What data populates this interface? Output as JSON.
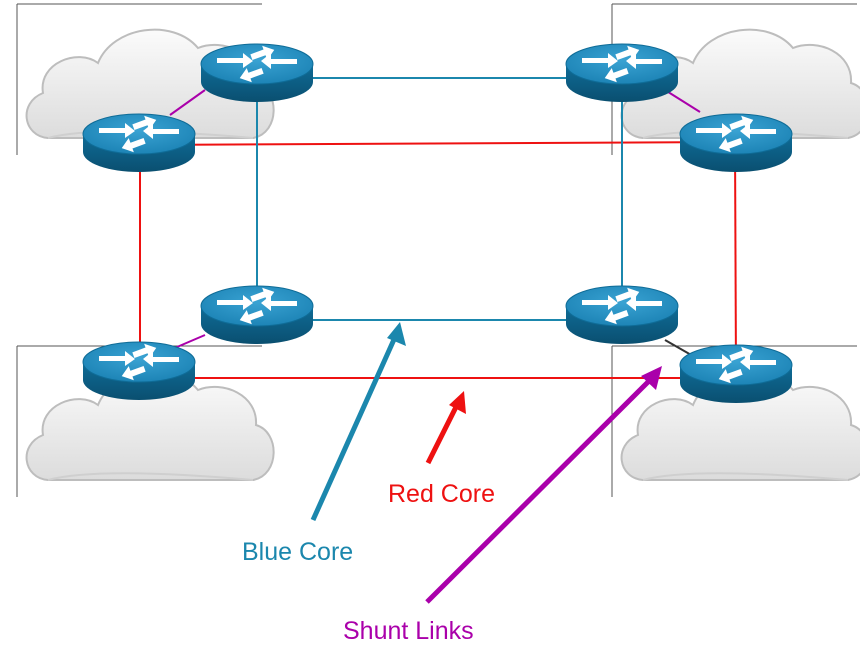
{
  "labels": {
    "red_core": "Red Core",
    "blue_core": "Blue Core",
    "shunt_links": "Shunt Links"
  },
  "colors": {
    "red_core": "#ee1111",
    "blue_core": "#1b87ad",
    "shunt_links": "#aa00aa",
    "router_top": "#2592c4",
    "router_side": "#0d5f86",
    "router_arrows": "#ffffff",
    "cloud_fill": "#e9e9e9",
    "cloud_stroke": "#b8b8b8"
  },
  "icons": {
    "router": "router-icon",
    "cloud": "cloud-icon"
  },
  "diagram": {
    "sites": [
      "top-left",
      "top-right",
      "bottom-left",
      "bottom-right"
    ],
    "blue_core_routers": 4,
    "red_core_routers": 4
  }
}
